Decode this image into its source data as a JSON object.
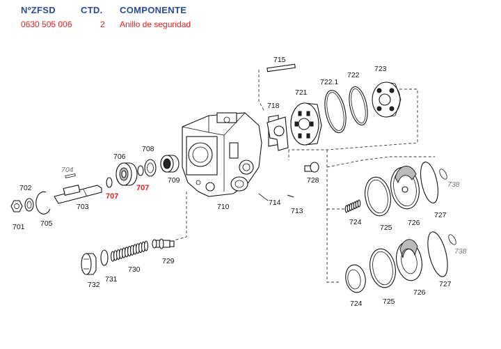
{
  "header": {
    "col_part_no": "NºZFSD",
    "col_qty": "CTD.",
    "col_component": "COMPONENTE"
  },
  "row": {
    "part_no": "0630 505 006",
    "qty": "2",
    "component": "Anillo de seguridad"
  },
  "callouts": {
    "c701": "701",
    "c702": "702",
    "c703": "703",
    "c704": "704",
    "c705": "705",
    "c706": "706",
    "c707a": "707",
    "c707b": "707",
    "c708": "708",
    "c709": "709",
    "c710": "710",
    "c713": "713",
    "c714": "714",
    "c715": "715",
    "c718": "718",
    "c721": "721",
    "c722_1": "722.1",
    "c722": "722",
    "c723": "723",
    "c724a": "724",
    "c724b": "724",
    "c725a": "725",
    "c725b": "725",
    "c726a": "726",
    "c726b": "726",
    "c727a": "727",
    "c727b": "727",
    "c728": "728",
    "c729": "729",
    "c730": "730",
    "c731": "731",
    "c732": "732",
    "c738a": "738",
    "c738b": "738"
  },
  "colors": {
    "header": "#2c4a9a",
    "highlight": "#e0201c"
  }
}
